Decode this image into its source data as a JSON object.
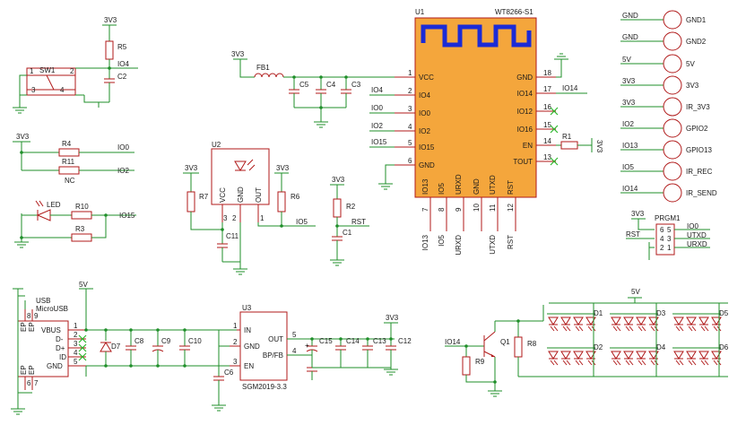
{
  "colors": {
    "wire": "#1f8f2a",
    "component": "#b01a1a",
    "module_fill": "#f4a63c",
    "antenna": "#1b2bd6",
    "no_connect": "#2fb82f"
  },
  "module": {
    "ref": "U1",
    "part": "WT8266-S1",
    "left_pins": [
      {
        "num": "1",
        "name": "VCC",
        "net": ""
      },
      {
        "num": "2",
        "name": "IO4",
        "net": "IO4"
      },
      {
        "num": "3",
        "name": "IO0",
        "net": "IO0"
      },
      {
        "num": "4",
        "name": "IO2",
        "net": "IO2"
      },
      {
        "num": "5",
        "name": "IO15",
        "net": "IO15"
      },
      {
        "num": "6",
        "name": "GND",
        "net": ""
      }
    ],
    "right_pins": [
      {
        "num": "18",
        "name": "GND",
        "net": ""
      },
      {
        "num": "17",
        "name": "IO14",
        "net": "IO14"
      },
      {
        "num": "16",
        "name": "IO12",
        "net": ""
      },
      {
        "num": "15",
        "name": "IO16",
        "net": ""
      },
      {
        "num": "14",
        "name": "EN",
        "net": ""
      },
      {
        "num": "13",
        "name": "TOUT",
        "net": ""
      }
    ],
    "bottom_pins": [
      {
        "num": "7",
        "name": "IO13",
        "net": "IO13"
      },
      {
        "num": "8",
        "name": "IO5",
        "net": "IO5"
      },
      {
        "num": "9",
        "name": "URXD",
        "net": "URXD"
      },
      {
        "num": "10",
        "name": "GND",
        "net": ""
      },
      {
        "num": "11",
        "name": "UTXD",
        "net": "UTXD"
      },
      {
        "num": "12",
        "name": "RST",
        "net": "RST"
      }
    ]
  },
  "en_pullup": {
    "ref": "R1",
    "net": "3V3"
  },
  "switch": {
    "ref": "SW1",
    "pins": [
      "1",
      "2",
      "3",
      "4"
    ],
    "r": "R5",
    "c": "C2",
    "supply": "3V3",
    "net": "IO4"
  },
  "ferrite": {
    "ref": "FB1",
    "supply": "3V3",
    "caps": [
      "C5",
      "C4",
      "C3"
    ]
  },
  "pull_resistors": {
    "supply": "3V3",
    "r4": {
      "ref": "R4",
      "net": "IO0"
    },
    "r11": {
      "ref": "R11",
      "note": "NC",
      "net": "IO2"
    }
  },
  "led": {
    "label": "LED",
    "r10": "R10",
    "r3": "R3",
    "net": "IO15"
  },
  "ir_receiver": {
    "ref": "U2",
    "pins": [
      "VCC",
      "GND",
      "OUT"
    ],
    "pin_nums": [
      "3",
      "2",
      "1"
    ],
    "r7": "R7",
    "r6": "R6",
    "c11": "C11",
    "supply_left": "3V3",
    "supply_right": "3V3",
    "net": "IO5"
  },
  "reset": {
    "r": "R2",
    "c": "C1",
    "supply": "3V3",
    "net": "RST"
  },
  "usb": {
    "labels": [
      "USB",
      "MicroUSB"
    ],
    "pins": [
      "VBUS",
      "D-",
      "D+",
      "ID",
      "GND"
    ],
    "pin_nums": [
      "1",
      "2",
      "3",
      "4",
      "5"
    ],
    "shield": [
      "EP",
      "EP",
      "EP",
      "EP"
    ],
    "shield_nums": [
      "8",
      "9",
      "6",
      "7"
    ],
    "supply": "5V",
    "diode": "D7",
    "caps": [
      "C8",
      "C9",
      "C10"
    ]
  },
  "regulator": {
    "ref": "U3",
    "part": "SGM2019-3.3",
    "in": "IN",
    "gnd": "GND",
    "en": "EN",
    "out": "OUT",
    "bp": "BP/FB",
    "pin_nums": [
      "1",
      "2",
      "3",
      "5",
      "4"
    ],
    "c6": "C6",
    "out_caps": [
      "C15",
      "C14",
      "C13",
      "C12"
    ],
    "supply": "3V3"
  },
  "test_points": [
    {
      "net": "GND",
      "label": "GND1"
    },
    {
      "net": "GND",
      "label": "GND2"
    },
    {
      "net": "5V",
      "label": "5V"
    },
    {
      "net": "3V3",
      "label": "3V3"
    },
    {
      "net": "3V3",
      "label": "IR_3V3"
    },
    {
      "net": "IO2",
      "label": "GPIO2"
    },
    {
      "net": "IO13",
      "label": "GPIO13"
    },
    {
      "net": "IO5",
      "label": "IR_REC"
    },
    {
      "net": "IO14",
      "label": "IR_SEND"
    }
  ],
  "prog_header": {
    "ref": "PRGM1",
    "supply": "3V3",
    "pins": [
      "6",
      "5",
      "4",
      "3",
      "2",
      "1"
    ],
    "nets": [
      "RST",
      "IO0",
      "UTXD",
      "URXD"
    ]
  },
  "ir_driver": {
    "ref": "Q1",
    "r8": "R8",
    "r9": "R9",
    "net": "IO14",
    "supply": "5V",
    "diodes": [
      "D1",
      "D2",
      "D3",
      "D4",
      "D5",
      "D6"
    ]
  }
}
